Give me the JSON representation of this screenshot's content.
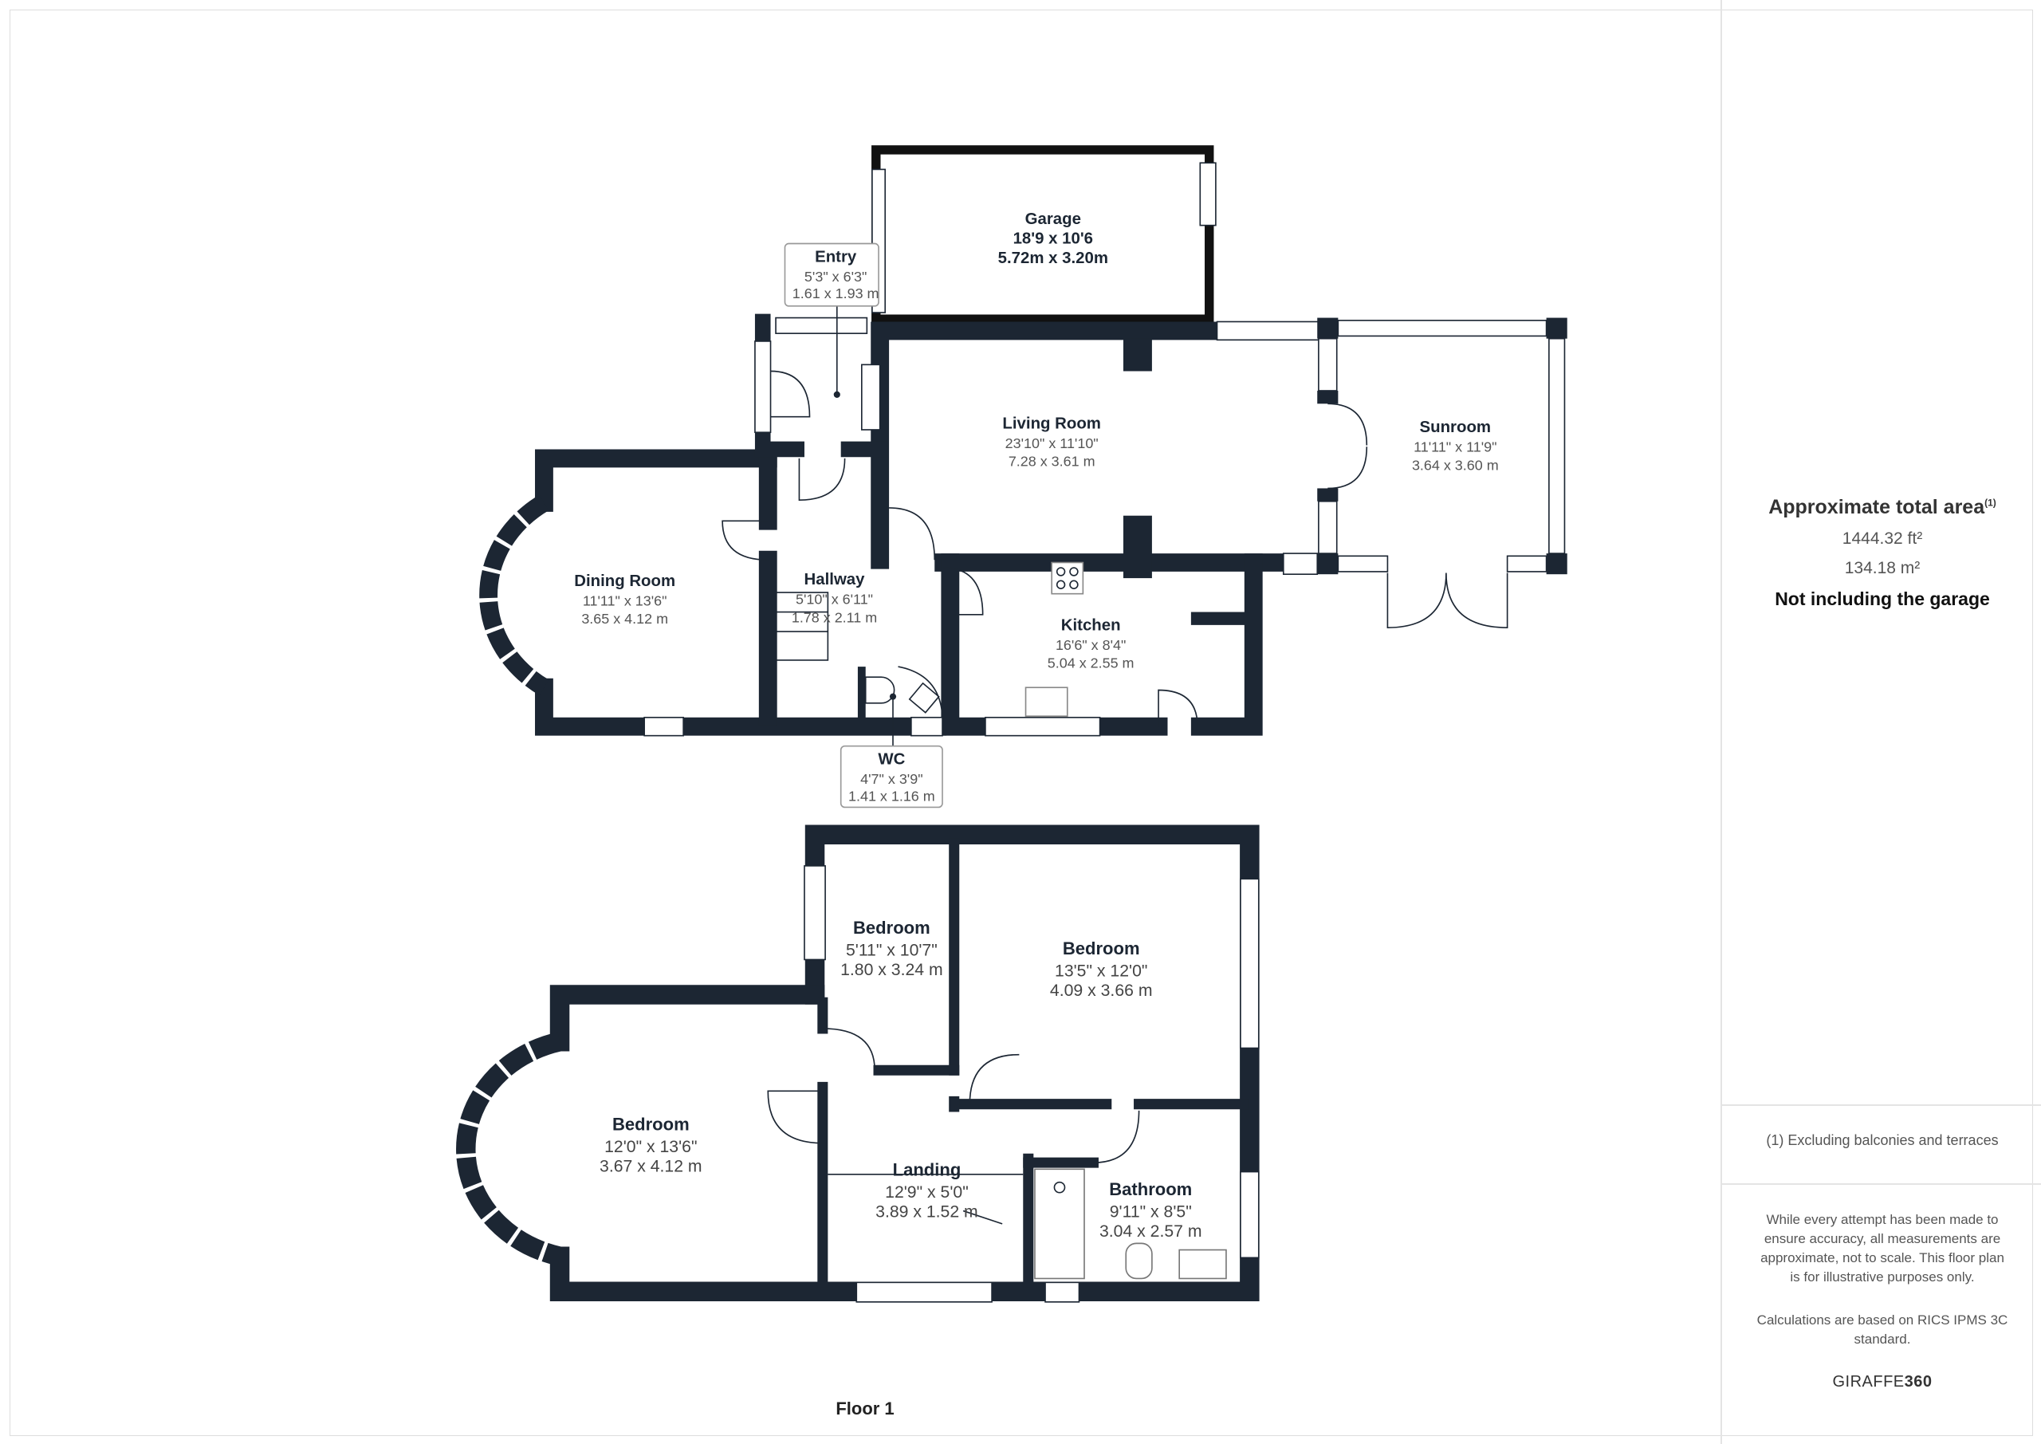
{
  "rooms": {
    "garage": {
      "name": "Garage",
      "imperial": "18'9 x 10'6",
      "metric": "5.72m x 3.20m"
    },
    "entry": {
      "name": "Entry",
      "imperial": "5'3\" x 6'3\"",
      "metric": "1.61 x 1.93 m"
    },
    "living": {
      "name": "Living Room",
      "imperial": "23'10\" x 11'10\"",
      "metric": "7.28 x 3.61 m"
    },
    "sunroom": {
      "name": "Sunroom",
      "imperial": "11'11\" x 11'9\"",
      "metric": "3.64 x 3.60 m"
    },
    "dining": {
      "name": "Dining Room",
      "imperial": "11'11\" x 13'6\"",
      "metric": "3.65 x 4.12 m"
    },
    "hallway": {
      "name": "Hallway",
      "imperial": "5'10\" x 6'11\"",
      "metric": "1.78 x 2.11 m"
    },
    "kitchen": {
      "name": "Kitchen",
      "imperial": "16'6\" x 8'4\"",
      "metric": "5.04 x 2.55 m"
    },
    "wc": {
      "name": "WC",
      "imperial": "4'7\" x 3'9\"",
      "metric": "1.41 x 1.16 m"
    },
    "bedroom_small": {
      "name": "Bedroom",
      "imperial": "5'11\" x 10'7\"",
      "metric": "1.80 x 3.24 m"
    },
    "bedroom_right": {
      "name": "Bedroom",
      "imperial": "13'5\" x 12'0\"",
      "metric": "4.09 x 3.66 m"
    },
    "bedroom_bay": {
      "name": "Bedroom",
      "imperial": "12'0\" x 13'6\"",
      "metric": "3.67 x 4.12 m"
    },
    "landing": {
      "name": "Landing",
      "imperial": "12'9\" x 5'0\"",
      "metric": "3.89 x 1.52 m"
    },
    "bathroom": {
      "name": "Bathroom",
      "imperial": "9'11\" x 8'5\"",
      "metric": "3.04 x 2.57 m"
    }
  },
  "floor_label": "Floor 1",
  "summary": {
    "title": "Approximate total area",
    "title_sup": "(1)",
    "area_ft": "1444.32 ft²",
    "area_m": "134.18 m²",
    "note": "Not including the garage",
    "footnote": "(1) Excluding balconies and terraces",
    "disclaimer": "While every attempt has been made to ensure accuracy, all measurements are approximate, not to scale. This floor plan is for illustrative purposes only.",
    "calculation": "Calculations are based on RICS IPMS 3C standard.",
    "brand_a": "GIRAFFE",
    "brand_b": "360"
  }
}
